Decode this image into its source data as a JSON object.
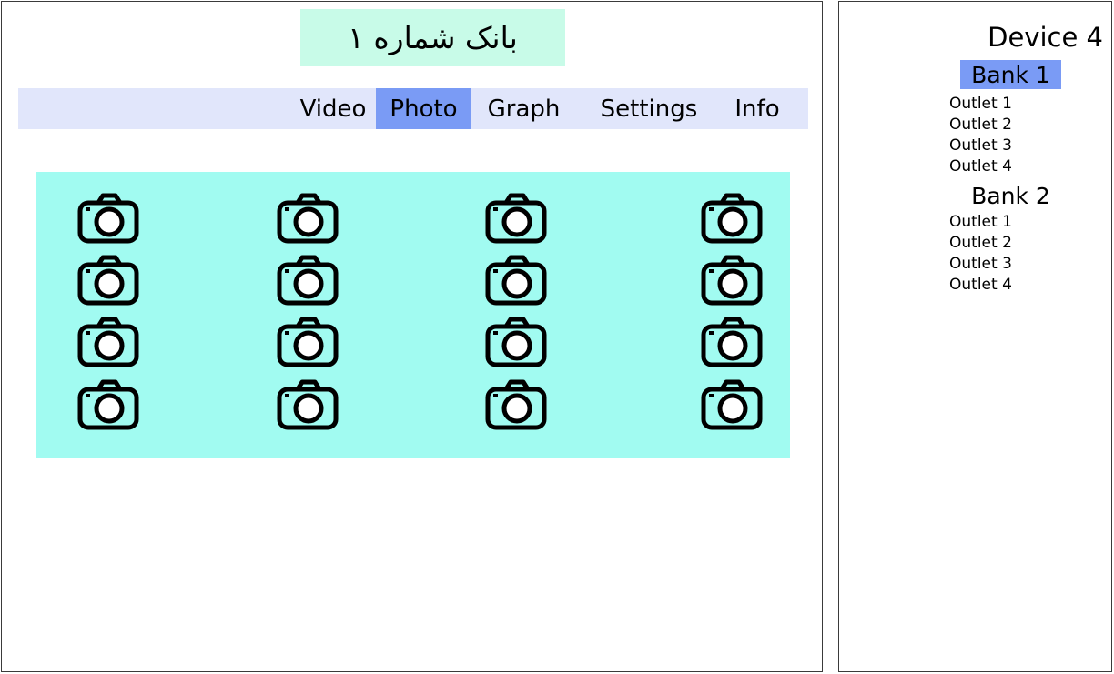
{
  "main": {
    "title": "بانک شماره ۱",
    "tabs": [
      {
        "label": "Video",
        "active": false
      },
      {
        "label": "Photo",
        "active": true
      },
      {
        "label": "Graph",
        "active": false
      },
      {
        "label": "Settings",
        "active": false
      },
      {
        "label": "Info",
        "active": false
      }
    ],
    "photo_grid": {
      "rows": 4,
      "columns": 4,
      "item_icon": "camera-icon"
    }
  },
  "sidebar": {
    "device_title": "Device 4",
    "banks": [
      {
        "label": "Bank 1",
        "active": true,
        "outlets": [
          "Outlet 1",
          "Outlet 2",
          "Outlet 3",
          "Outlet 4"
        ]
      },
      {
        "label": "Bank 2",
        "active": false,
        "outlets": [
          "Outlet 1",
          "Outlet 2",
          "Outlet 3",
          "Outlet 4"
        ]
      }
    ]
  },
  "colors": {
    "title_bg": "#c8fbe8",
    "tabbar_bg": "#e1e6fb",
    "active_accent": "#7a9bf5",
    "grid_bg": "#a1fbf1"
  }
}
